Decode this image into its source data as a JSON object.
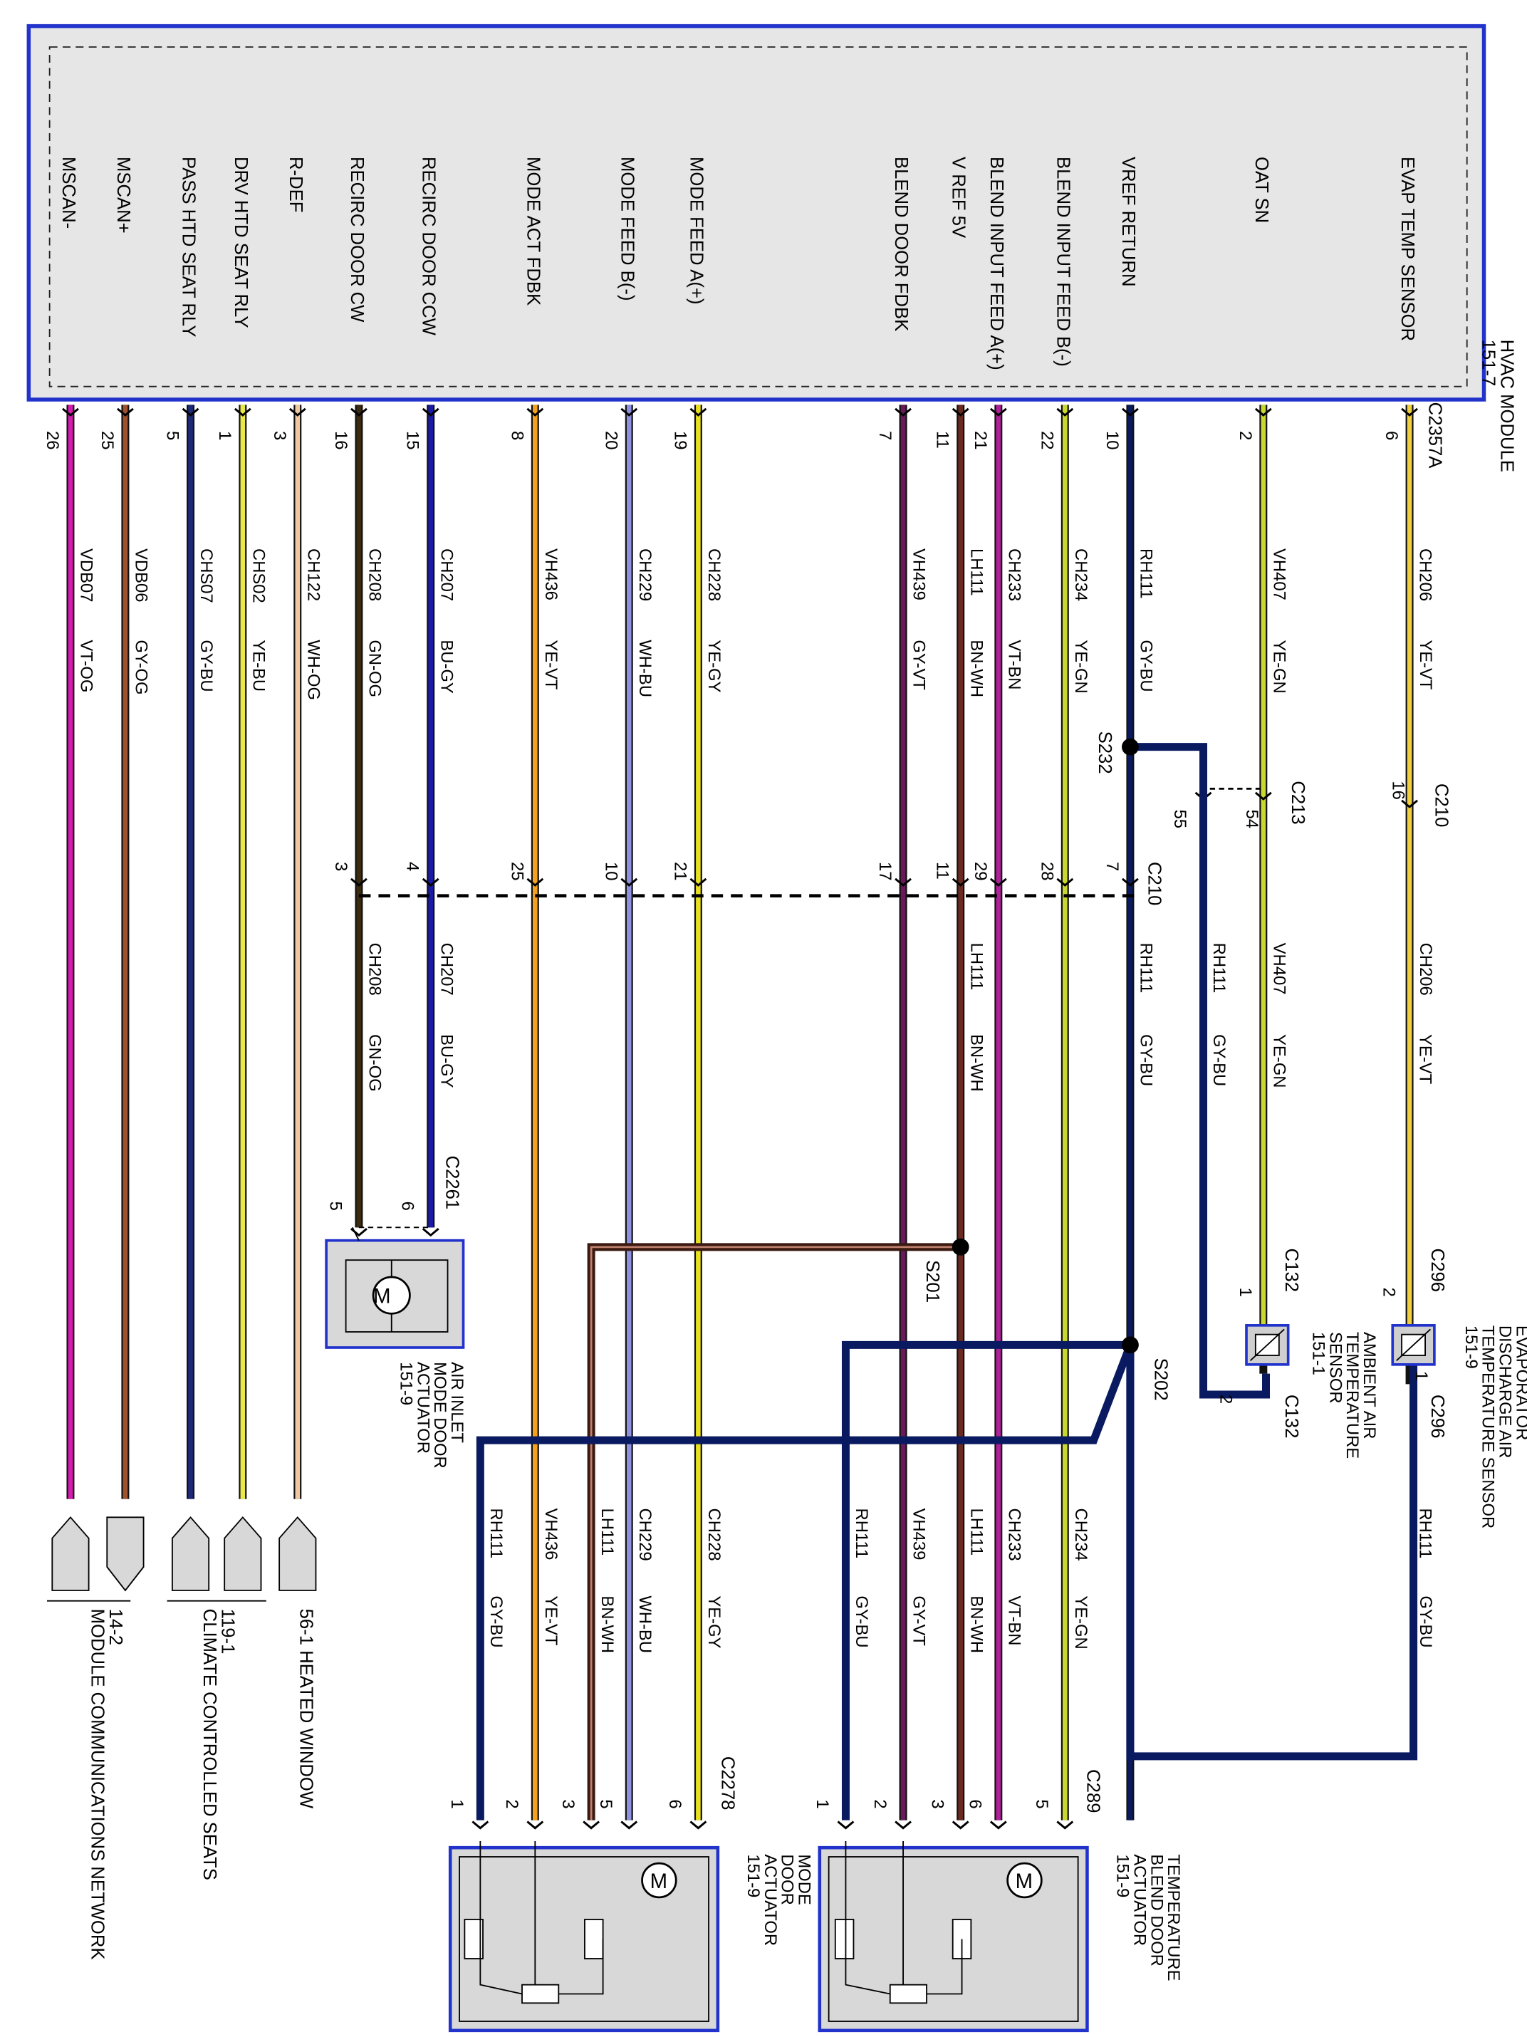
{
  "module": {
    "title_lines": [
      "HVAC MODULE",
      "151-7"
    ],
    "pins": [
      {
        "num": "26",
        "label": "MSCAN-"
      },
      {
        "num": "25",
        "label": "MSCAN+"
      },
      {
        "num": "5",
        "label": "PASS HTD SEAT RLY"
      },
      {
        "num": "1",
        "label": "DRV HTD SEAT RLY"
      },
      {
        "num": "3",
        "label": "R-DEF"
      },
      {
        "num": "16",
        "label": "RECIRC DOOR CW"
      },
      {
        "num": "15",
        "label": "RECIRC DOOR CCW"
      },
      {
        "num": "8",
        "label": "MODE ACT FDBK"
      },
      {
        "num": "20",
        "label": "MODE FEED B(-)"
      },
      {
        "num": "19",
        "label": "MODE FEED A(+)"
      },
      {
        "num": "7",
        "label": "BLEND DOOR FDBK"
      },
      {
        "num": "11",
        "label": "V REF 5V"
      },
      {
        "num": "21",
        "label": "BLEND INPUT FEED A(+)"
      },
      {
        "num": "22",
        "label": "BLEND INPUT FEED B(-)"
      },
      {
        "num": "10",
        "label": "VREF RETURN"
      },
      {
        "num": "2",
        "label": "OAT SN"
      },
      {
        "num": "6",
        "label": "EVAP TEMP SENSOR"
      }
    ],
    "connector": "C2357A"
  },
  "wires": [
    {
      "circuit": "VDB07",
      "color": "VT-OG",
      "hex": "#d81bb0"
    },
    {
      "circuit": "VDB06",
      "color": "GY-OG",
      "hex": "#a0522d"
    },
    {
      "circuit": "CHS07",
      "color": "GY-BU",
      "hex": "#1c2a7a"
    },
    {
      "circuit": "CHS02",
      "color": "YE-BU",
      "hex": "#e8e84a"
    },
    {
      "circuit": "CH122",
      "color": "WH-OG",
      "hex": "#f0c8a0"
    },
    {
      "circuit": "CH208",
      "color": "GN-OG",
      "hex": "#3a2a10"
    },
    {
      "circuit": "CH207",
      "color": "BU-GY",
      "hex": "#1a1aa8"
    },
    {
      "circuit": "VH436",
      "color": "YE-VT",
      "hex": "#f5a020"
    },
    {
      "circuit": "CH229",
      "color": "WH-BU",
      "hex": "#9090e0"
    },
    {
      "circuit": "CH228",
      "color": "YE-GY",
      "hex": "#e8e020"
    },
    {
      "circuit": "VH439",
      "color": "GY-VT",
      "hex": "#6a1a5a"
    },
    {
      "circuit": "LH111",
      "color": "BN-WH",
      "hex": "#6a2a20"
    },
    {
      "circuit": "CH233",
      "color": "VT-BN",
      "hex": "#b0209a"
    },
    {
      "circuit": "CH234",
      "color": "YE-GN",
      "hex": "#c8d830"
    },
    {
      "circuit": "RH111",
      "color": "GY-BU",
      "hex": "#0a1a60"
    },
    {
      "circuit": "VH407",
      "color": "YE-GN",
      "hex": "#c8d830"
    },
    {
      "circuit": "CH206",
      "color": "YE-VT",
      "hex": "#f0d040"
    }
  ],
  "c210_pins": [
    "3",
    "4",
    "25",
    "10",
    "21",
    "17",
    "11",
    "29",
    "28",
    "7"
  ],
  "labels": {
    "c210": "C210",
    "c210_top_pin": "16",
    "c213": "C213",
    "c213_pins": [
      "55",
      "54"
    ],
    "s232": "S232",
    "s201": "S201",
    "s202": "S202",
    "c2261": "C2261",
    "c2261_pins": [
      "5",
      "6"
    ],
    "c132": "C132",
    "c132_pins": [
      "1",
      "2"
    ],
    "c296": "C296",
    "c296_pins": [
      "2",
      "1"
    ],
    "c2278": "C2278",
    "c2278_pins": [
      "1",
      "2",
      "3",
      "5",
      "6"
    ],
    "c289": "C289",
    "c289_pins": [
      "1",
      "2",
      "3",
      "6",
      "5"
    ],
    "motor": "M"
  },
  "components": {
    "air_inlet": [
      "AIR INLET",
      "MODE DOOR",
      "ACTUATOR",
      "151-9"
    ],
    "ambient": [
      "AMBIENT AIR",
      "TEMPERATURE",
      "SENSOR",
      "151-1"
    ],
    "evap_sensor": [
      "EVAPORATOR",
      "DISCHARGE AIR",
      "TEMPERATURE SENSOR",
      "151-9"
    ],
    "mode_door": [
      "MODE",
      "DOOR",
      "ACTUATOR",
      "151-9"
    ],
    "temp_blend": [
      "TEMPERATURE",
      "BLEND DOOR",
      "ACTUATOR",
      "151-9"
    ]
  },
  "destinations": {
    "heated_window": "56-1 HEATED WINDOW",
    "climate_seats": [
      "119-1",
      "CLIMATE CONTROLLED SEATS"
    ],
    "network": [
      "14-2",
      "MODULE COMMUNICATIONS NETWORK"
    ]
  }
}
